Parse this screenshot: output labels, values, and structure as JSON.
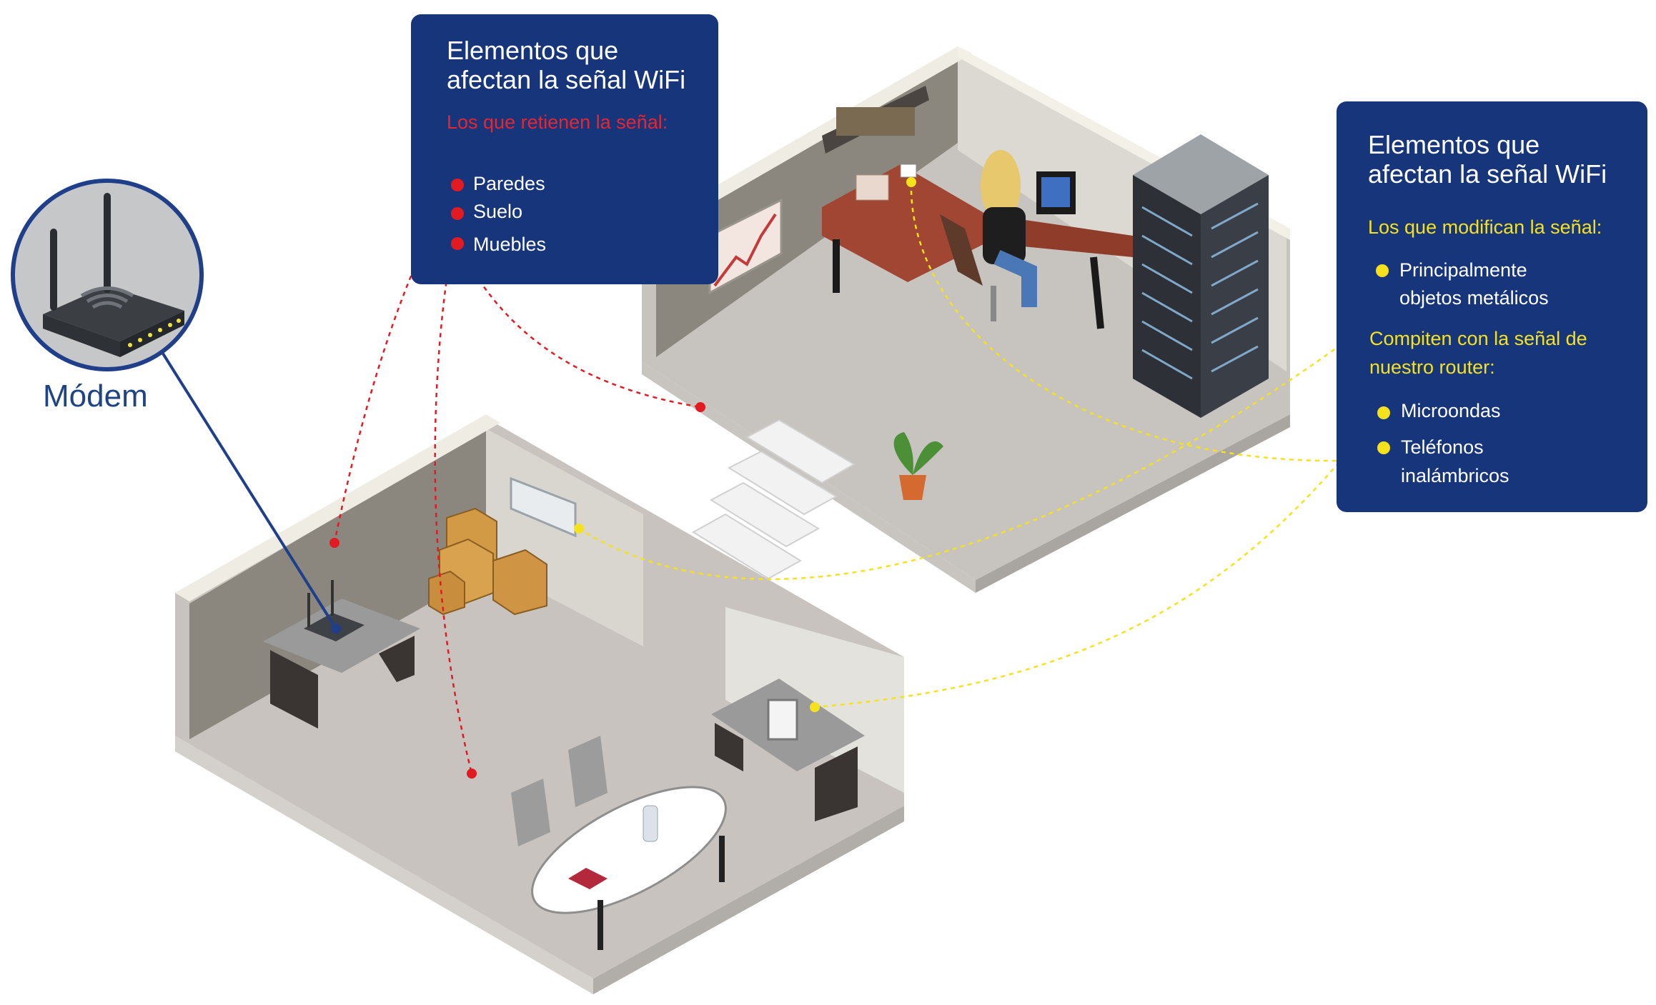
{
  "diagram": {
    "modem_label": "Módem",
    "left_panel": {
      "title_line1": "Elementos que",
      "title_line2": "afectan la señal WiFi",
      "subtitle": "Los que retienen la señal:",
      "items": [
        "Paredes",
        "Suelo",
        "Muebles"
      ]
    },
    "right_panel": {
      "title_line1": "Elementos que",
      "title_line2": "afectan la señal WiFi",
      "subtitle1": "Los que modifican la señal:",
      "item1_line1": "Principalmente",
      "item1_line2": "objetos metálicos",
      "subtitle2_line1": "Compiten con la señal de",
      "subtitle2_line2": "nuestro router:",
      "item2": "Microondas",
      "item3_line1": "Teléfonos",
      "item3_line2": "inalámbricos"
    }
  },
  "colors": {
    "panel_bg": "#17357a",
    "accent_red": "#e21b23",
    "accent_yellow": "#f5e21c",
    "modem_line": "#1f3f8a"
  }
}
